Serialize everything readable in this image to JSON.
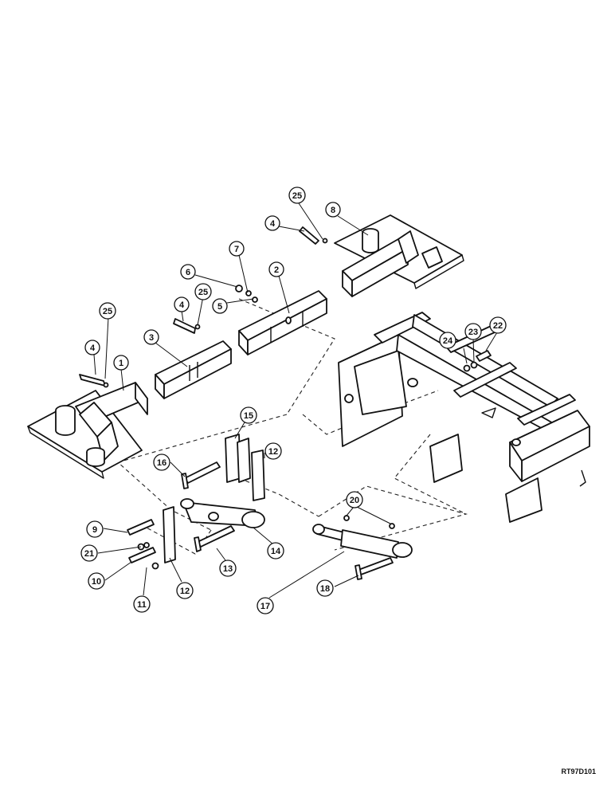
{
  "drawing_code": "RT97D101",
  "callouts": [
    "1",
    "2",
    "3",
    "4",
    "4",
    "4",
    "5",
    "6",
    "7",
    "8",
    "9",
    "10",
    "11",
    "12",
    "12",
    "13",
    "14",
    "15",
    "16",
    "17",
    "18",
    "20",
    "21",
    "22",
    "23",
    "24",
    "25",
    "25",
    "25"
  ]
}
